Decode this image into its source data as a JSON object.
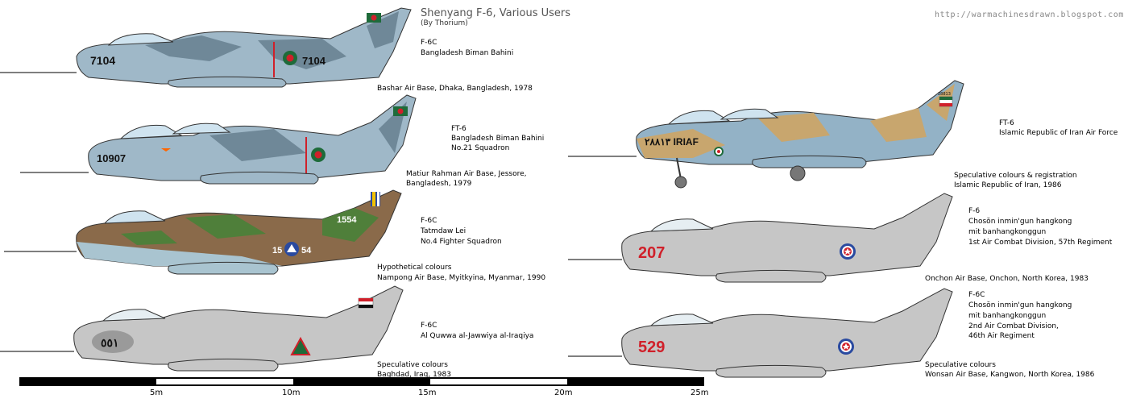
{
  "header": {
    "title": "Shenyang F-6, Various Users",
    "byline": "(By Thorium)",
    "site": "http://warmachinesdrawn.blogspot.com"
  },
  "aircraft": [
    {
      "id": "bangladesh-f6c",
      "serial": "7104",
      "serial_tail": "7104",
      "variant": "F-6C",
      "user": "Bangladesh Biman Bahini",
      "unit": "",
      "notes": [
        "Bashar Air Base, Dhaka, Bangladesh, 1978"
      ]
    },
    {
      "id": "bangladesh-ft6",
      "serial": "10907",
      "variant": "FT-6",
      "user": "Bangladesh Biman Bahini",
      "unit": "No.21 Squadron",
      "notes": [
        "Matiur Rahman Air Base, Jessore,",
        "Bangladesh, 1979"
      ]
    },
    {
      "id": "myanmar-f6c",
      "serial": "1554",
      "serial_tail": "54",
      "serial_prefix": "15",
      "variant": "F-6C",
      "user": "Tatmdaw Lei",
      "unit": "No.4 Fighter Squadron",
      "notes": [
        "Hypothetical colours",
        "Nampong Air Base, Myitkyina, Myanmar, 1990"
      ]
    },
    {
      "id": "iraq-f6c",
      "serial": "٥٥١",
      "variant": "F-6C",
      "user": "Al Quwwa al-Jawwiya al-Iraqiya",
      "unit": "",
      "notes": [
        "Speculative colours",
        "Baghdad, Iraq, 1983"
      ]
    },
    {
      "id": "iran-ft6",
      "serial": "٢٨٨١٣ IRIAF",
      "tail_serial": "28813",
      "variant": "FT-6",
      "user": "Islamic Republic of Iran Air Force",
      "unit": "",
      "notes": [
        "Speculative colours & registration",
        "Islamic Republic of Iran, 1986"
      ]
    },
    {
      "id": "nk-f6-207",
      "serial": "207",
      "variant": "F-6",
      "user": "Chosŏn inmin'gun hangkong",
      "user2": "mit banhangkonggun",
      "unit": "1st Air Combat Division, 57th Regiment",
      "notes": [
        "Onchon Air Base, Onchon, North Korea, 1983"
      ]
    },
    {
      "id": "nk-f6c-529",
      "serial": "529",
      "variant": "F-6C",
      "user": "Chosŏn inmin'gun hangkong",
      "user2": "mit banhangkonggun",
      "unit": "2nd Air Combat Division,",
      "unit2": "46th Air Regiment",
      "notes": [
        "Speculative colours",
        "Wonsan Air Base, Kangwon, North Korea, 1986"
      ]
    }
  ],
  "scale": {
    "labels": [
      "5m",
      "10m",
      "15m",
      "20m",
      "25m"
    ]
  },
  "colors": {
    "ba_light": "#9fb8c8",
    "ba_dark": "#6f8898",
    "iran_sand": "#c8a66e",
    "iran_blue": "#93b2c6",
    "mm_green": "#4f7f3a",
    "mm_brown": "#8a6a4a",
    "mm_light": "#a9c4d0",
    "grey": "#c6c6c6",
    "grey_dark": "#9a9a9a",
    "red": "#d0202a",
    "green": "#1e6b3a"
  }
}
